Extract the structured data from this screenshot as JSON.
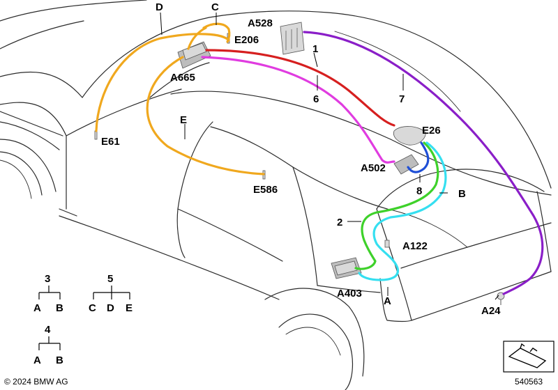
{
  "wire_colors": {
    "orange": "#f0a81e",
    "red": "#d61f1f",
    "magenta": "#e03ce0",
    "purple": "#8a1ec8",
    "green": "#3ed12a",
    "cyan": "#35dff0",
    "blue": "#1f4fd6"
  },
  "labels": {
    "D": "D",
    "C": "C",
    "A528": "A528",
    "E206": "E206",
    "n1": "1",
    "A665": "A665",
    "n6": "6",
    "n7": "7",
    "E": "E",
    "E61": "E61",
    "E26": "E26",
    "A502": "A502",
    "E586": "E586",
    "n8": "8",
    "B": "B",
    "n2": "2",
    "A122": "A122",
    "A403": "A403",
    "A": "A",
    "A24": "A24"
  },
  "legend": [
    {
      "number": "3",
      "branches": [
        "A",
        "B"
      ]
    },
    {
      "number": "5",
      "branches": [
        "C",
        "D",
        "E"
      ]
    },
    {
      "number": "4",
      "branches": [
        "A",
        "B"
      ]
    }
  ],
  "copyright": "© 2024 BMW AG",
  "image_number": "540563",
  "icons": {
    "corner": "view-direction-icon"
  }
}
